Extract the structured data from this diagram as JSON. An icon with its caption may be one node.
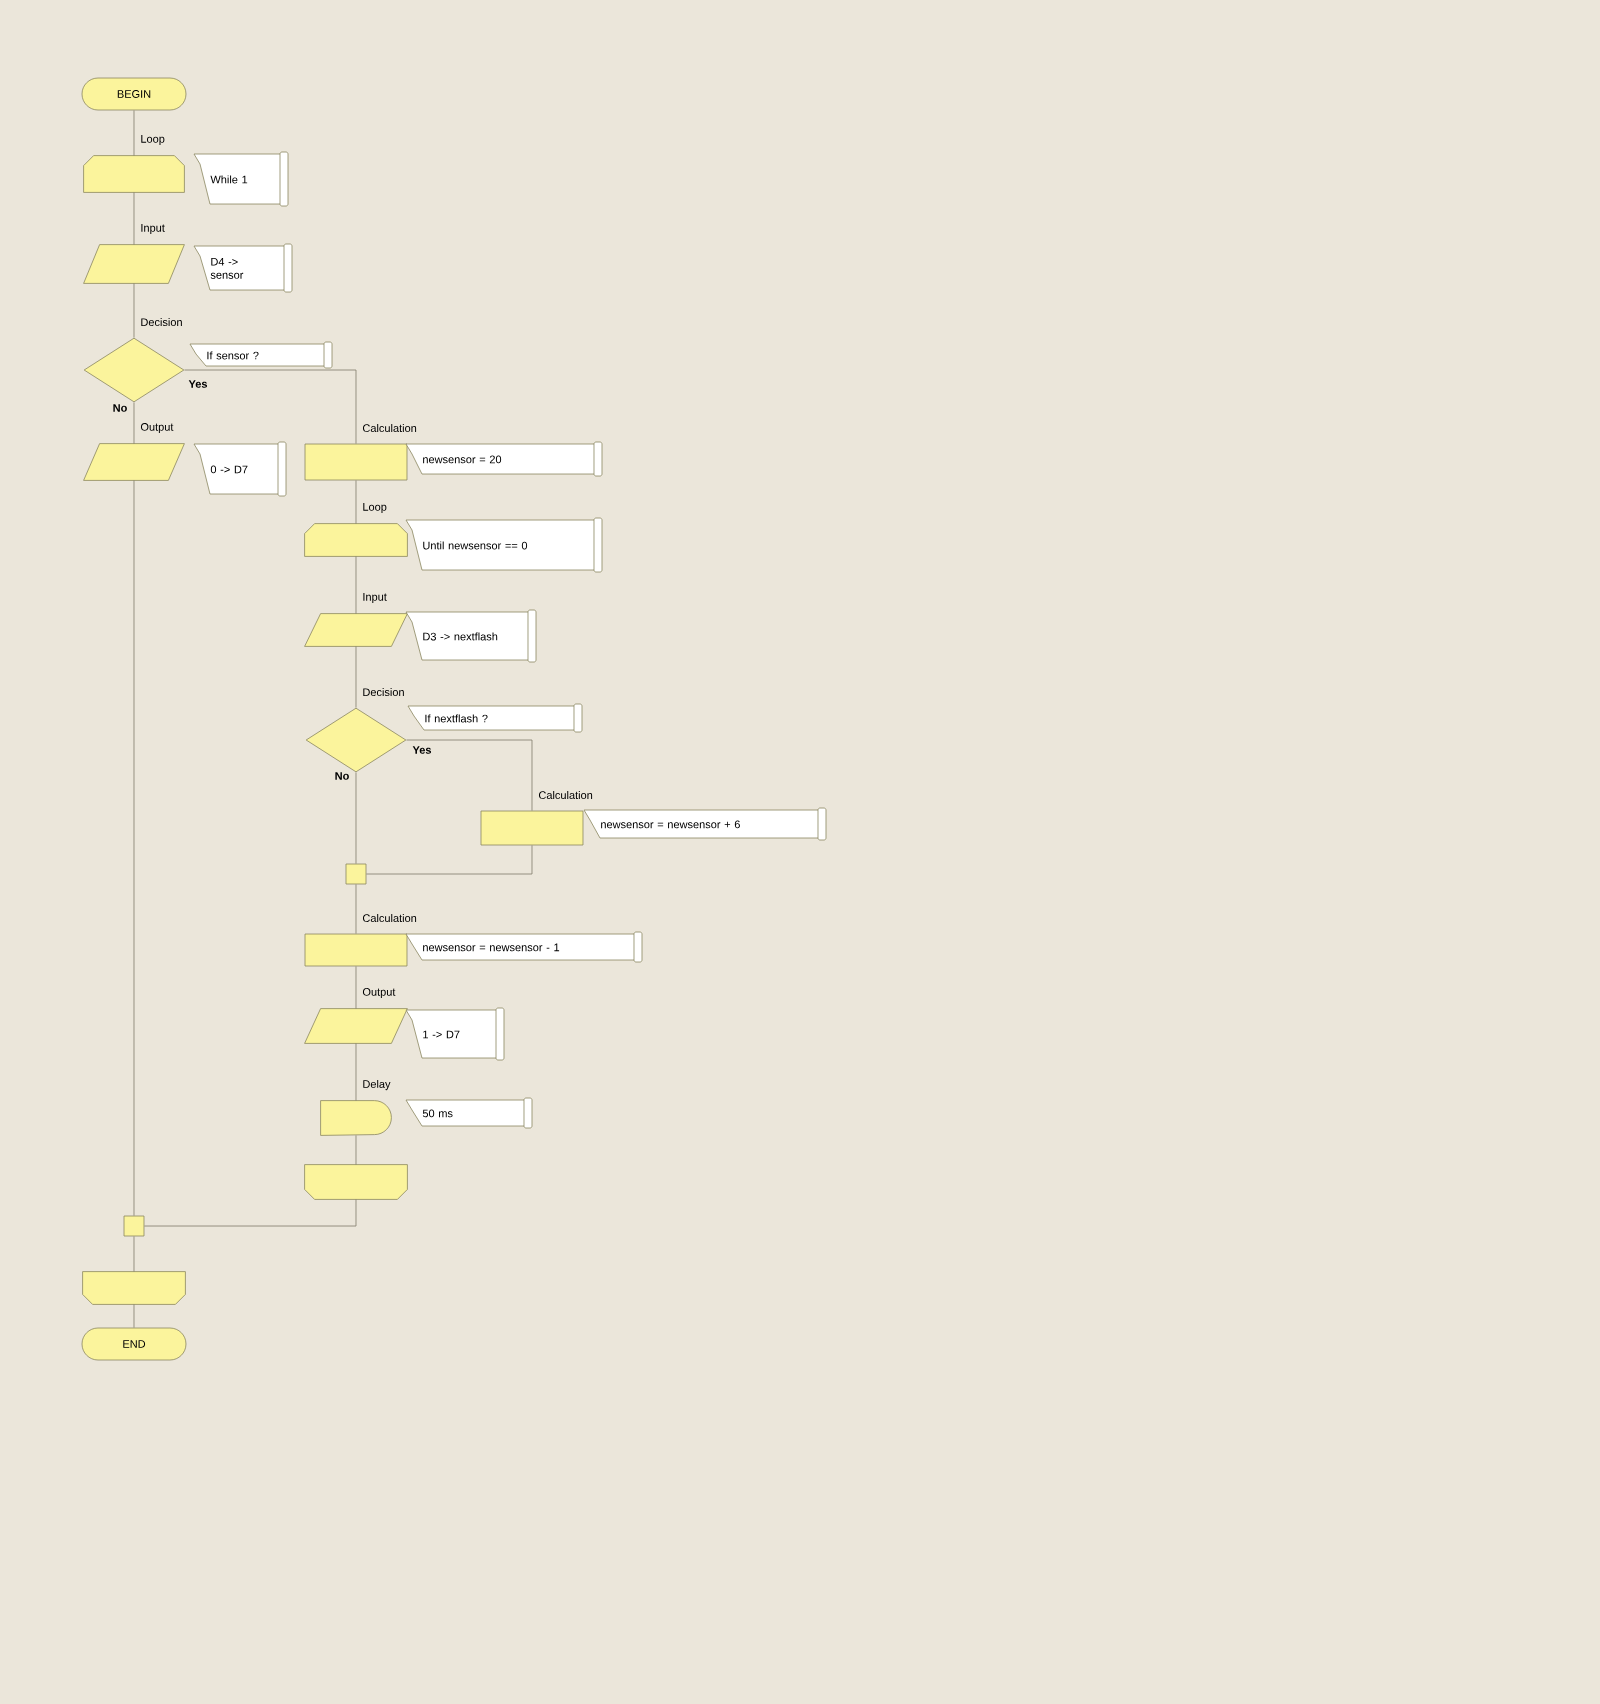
{
  "diagram": {
    "nodes": [
      {
        "text": [
          "BEGIN"
        ]
      },
      {
        "text": [
          "Loop"
        ]
      },
      {
        "text": [
          "While 1"
        ]
      },
      {
        "text": [
          "Input"
        ]
      },
      {
        "text": [
          "D4 -> sensor"
        ]
      },
      {
        "text": [
          "Decision"
        ]
      },
      {
        "text": [
          "If sensor ?"
        ]
      },
      {
        "text": [
          "Output"
        ]
      },
      {
        "text": [
          "0 -> D7"
        ]
      },
      {
        "text": [
          "Calculation"
        ]
      },
      {
        "text": [
          "newsensor = 20"
        ]
      },
      {
        "text": [
          "Loop"
        ]
      },
      {
        "text": [
          "Until newsensor == 0"
        ]
      },
      {
        "text": [
          "Input"
        ]
      },
      {
        "text": [
          "D3 -> nextflash"
        ]
      },
      {
        "text": [
          "Decision"
        ]
      },
      {
        "text": [
          "If nextflash ?"
        ]
      },
      {
        "text": [
          "Calculation"
        ]
      },
      {
        "text": [
          "newsensor = newsensor + 6"
        ]
      },
      {
        "text": [],
        "shape": "box"
      },
      {
        "text": [
          "Calculation"
        ]
      },
      {
        "text": [
          "newsensor = newsensor - 1"
        ]
      },
      {
        "text": [
          "Output"
        ]
      },
      {
        "text": [
          "1 -> D7"
        ]
      },
      {
        "text": [
          "Delay"
        ]
      },
      {
        "text": [
          "50 ms"
        ]
      },
      {
        "text": [],
        "shape": "box"
      },
      {
        "text": [],
        "shape": "box"
      },
      {
        "text": [],
        "shape": "box"
      },
      {
        "text": [
          "END"
        ]
      }
    ],
    "edges": [
      {
        "from": 0,
        "to": 1,
        "arrow": "none"
      },
      {
        "from": 1,
        "to": 3,
        "arrow": "none"
      },
      {
        "from": 3,
        "to": 5,
        "arrow": "none"
      },
      {
        "from": 5,
        "to": 7,
        "arrow": "none",
        "label": "No"
      },
      {
        "from": 5,
        "to": 9,
        "arrow": "none",
        "label": "Yes"
      },
      {
        "from": 7,
        "to": 27,
        "arrow": "none"
      },
      {
        "from": 9,
        "to": 11,
        "arrow": "none"
      },
      {
        "from": 11,
        "to": 13,
        "arrow": "none"
      },
      {
        "from": 13,
        "to": 15,
        "arrow": "none"
      },
      {
        "from": 15,
        "to": 19,
        "arrow": "none",
        "label": "No"
      },
      {
        "from": 15,
        "to": 17,
        "arrow": "none",
        "label": "Yes"
      },
      {
        "from": 17,
        "to": 19,
        "arrow": "none"
      },
      {
        "from": 19,
        "to": 20,
        "arrow": "none"
      },
      {
        "from": 20,
        "to": 22,
        "arrow": "none"
      },
      {
        "from": 22,
        "to": 24,
        "arrow": "none"
      },
      {
        "from": 24,
        "to": 26,
        "arrow": "none"
      },
      {
        "from": 26,
        "to": 27,
        "arrow": "none"
      },
      {
        "from": 27,
        "to": 28,
        "arrow": "none"
      },
      {
        "from": 28,
        "to": 29,
        "arrow": "none"
      }
    ]
  }
}
